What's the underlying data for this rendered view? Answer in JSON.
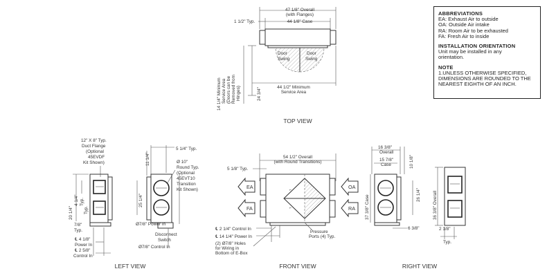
{
  "notes": {
    "abbr_title": "ABBREVIATIONS",
    "abbr": [
      "EA: Exhaust Air to outside",
      "OA: Outside Air intake",
      "RA: Room Air to be exhausted",
      "FA: Fresh Air to inside"
    ],
    "orient_title": "INSTALLATION ORIENTATION",
    "orient": [
      "Unit may be installed in any",
      "orientation."
    ],
    "note_title": "NOTE",
    "note": [
      "1.UNLESS OTHERWISE SPECIFIED,",
      "DIMENSIONS ARE ROUNDED TO THE",
      "NEAREST EIGHTH OF AN INCH."
    ]
  },
  "top_view": {
    "title": "TOP VIEW",
    "overall": [
      "47 1/8\" Overall",
      "(with Flanges)"
    ],
    "case": "44 1/8\" Case",
    "flange_typ": "1 1/2\" Typ.",
    "door_left": [
      "Door",
      "Swing"
    ],
    "door_right": [
      "Door",
      "Swing"
    ],
    "service_w": [
      "44 1/2\" Minimum",
      "Service Area"
    ],
    "service_h": "24 3/4\"",
    "service_v": [
      "14 1/4\" Minimum",
      "Service Area",
      "(Doors can be",
      "Removed from",
      "Hinges)"
    ]
  },
  "left_view": {
    "title": "LEFT VIEW",
    "flange": [
      "12\" X 8\" Typ.",
      "Duct Flange",
      "(Optional",
      "45EVDF",
      "Kit Shown)"
    ],
    "d4": [
      "4 1/4\"",
      "Typ."
    ],
    "d20": [
      "20 1/4\"",
      "Typ."
    ],
    "d78": [
      "7/8\"",
      "Typ."
    ],
    "power_in": [
      "℄ 4 1/8\"",
      "Power In"
    ],
    "control_in": [
      "℄ 2 5/8\"",
      "Control In"
    ],
    "d11": "11 1/4\"",
    "d5": "5 1/4\" Typ.",
    "d25": "25 1/4\"",
    "round": [
      "Ø 10\"",
      "Round Typ.",
      "(Optional",
      "45EVT10",
      "Transition",
      "Kit Shown)"
    ],
    "power_hole": "Ø7/8\" Power In",
    "disconnect": [
      "Disconnect",
      "Switch"
    ],
    "control_hole": "Ø7/8\" Control In"
  },
  "front_view": {
    "title": "FRONT VIEW",
    "overall": [
      "54 1/2\" Overall",
      "(with Round Transitions)"
    ],
    "d5": "5 1/8\" Typ.",
    "ea": "EA",
    "fa": "FA",
    "oa": "OA",
    "ra": "RA",
    "control_in": "℄ 2 1/4\" Control In",
    "power_in": "℄ 14 1/4\" Power In",
    "holes": [
      "(2) Ø7/8\" Holes",
      "for Wiring in",
      "Bottom of E-Box"
    ],
    "pressure": [
      "Pressure",
      "Ports (4) Typ."
    ]
  },
  "right_view": {
    "title": "RIGHT VIEW",
    "overall": [
      "16 3/8\"",
      "Overall"
    ],
    "case": [
      "15 7/8\"",
      "Case"
    ],
    "d10": "10 1/8\"",
    "d26": "26 1/4\"",
    "d37": "37 3/8\" Case",
    "d63": "6 3/8\"",
    "d36": "36 3/8\" Overall",
    "d2": [
      "2 1/8\"",
      "Typ."
    ]
  }
}
